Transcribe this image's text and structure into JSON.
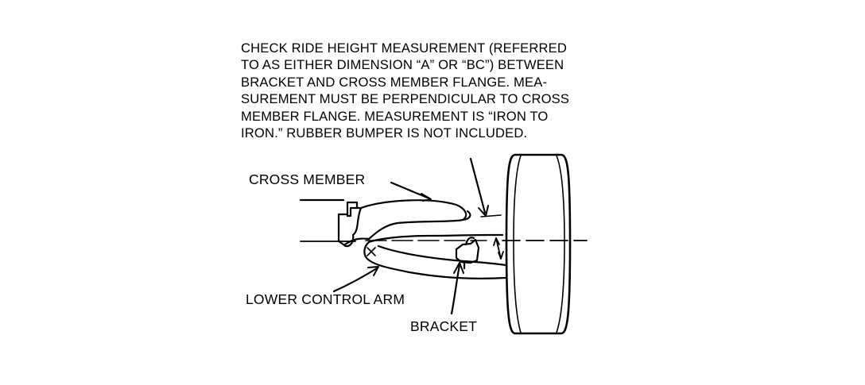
{
  "caption": {
    "lines": [
      "CHECK RIDE HEIGHT MEASUREMENT (REFERRED",
      "TO AS EITHER DIMENSION “A” OR “BC”) BETWEEN",
      "BRACKET AND CROSS MEMBER FLANGE. MEA-",
      "SUREMENT MUST BE PERPENDICULAR TO CROSS",
      "MEMBER FLANGE. MEASUREMENT IS “IRON TO",
      "IRON.” RUBBER BUMPER IS NOT INCLUDED."
    ]
  },
  "labels": {
    "cross_member": "CROSS MEMBER",
    "lower_control_arm": "LOWER CONTROL ARM",
    "bracket": "BRACKET"
  },
  "colors": {
    "line": "#000000",
    "background": "#ffffff"
  }
}
